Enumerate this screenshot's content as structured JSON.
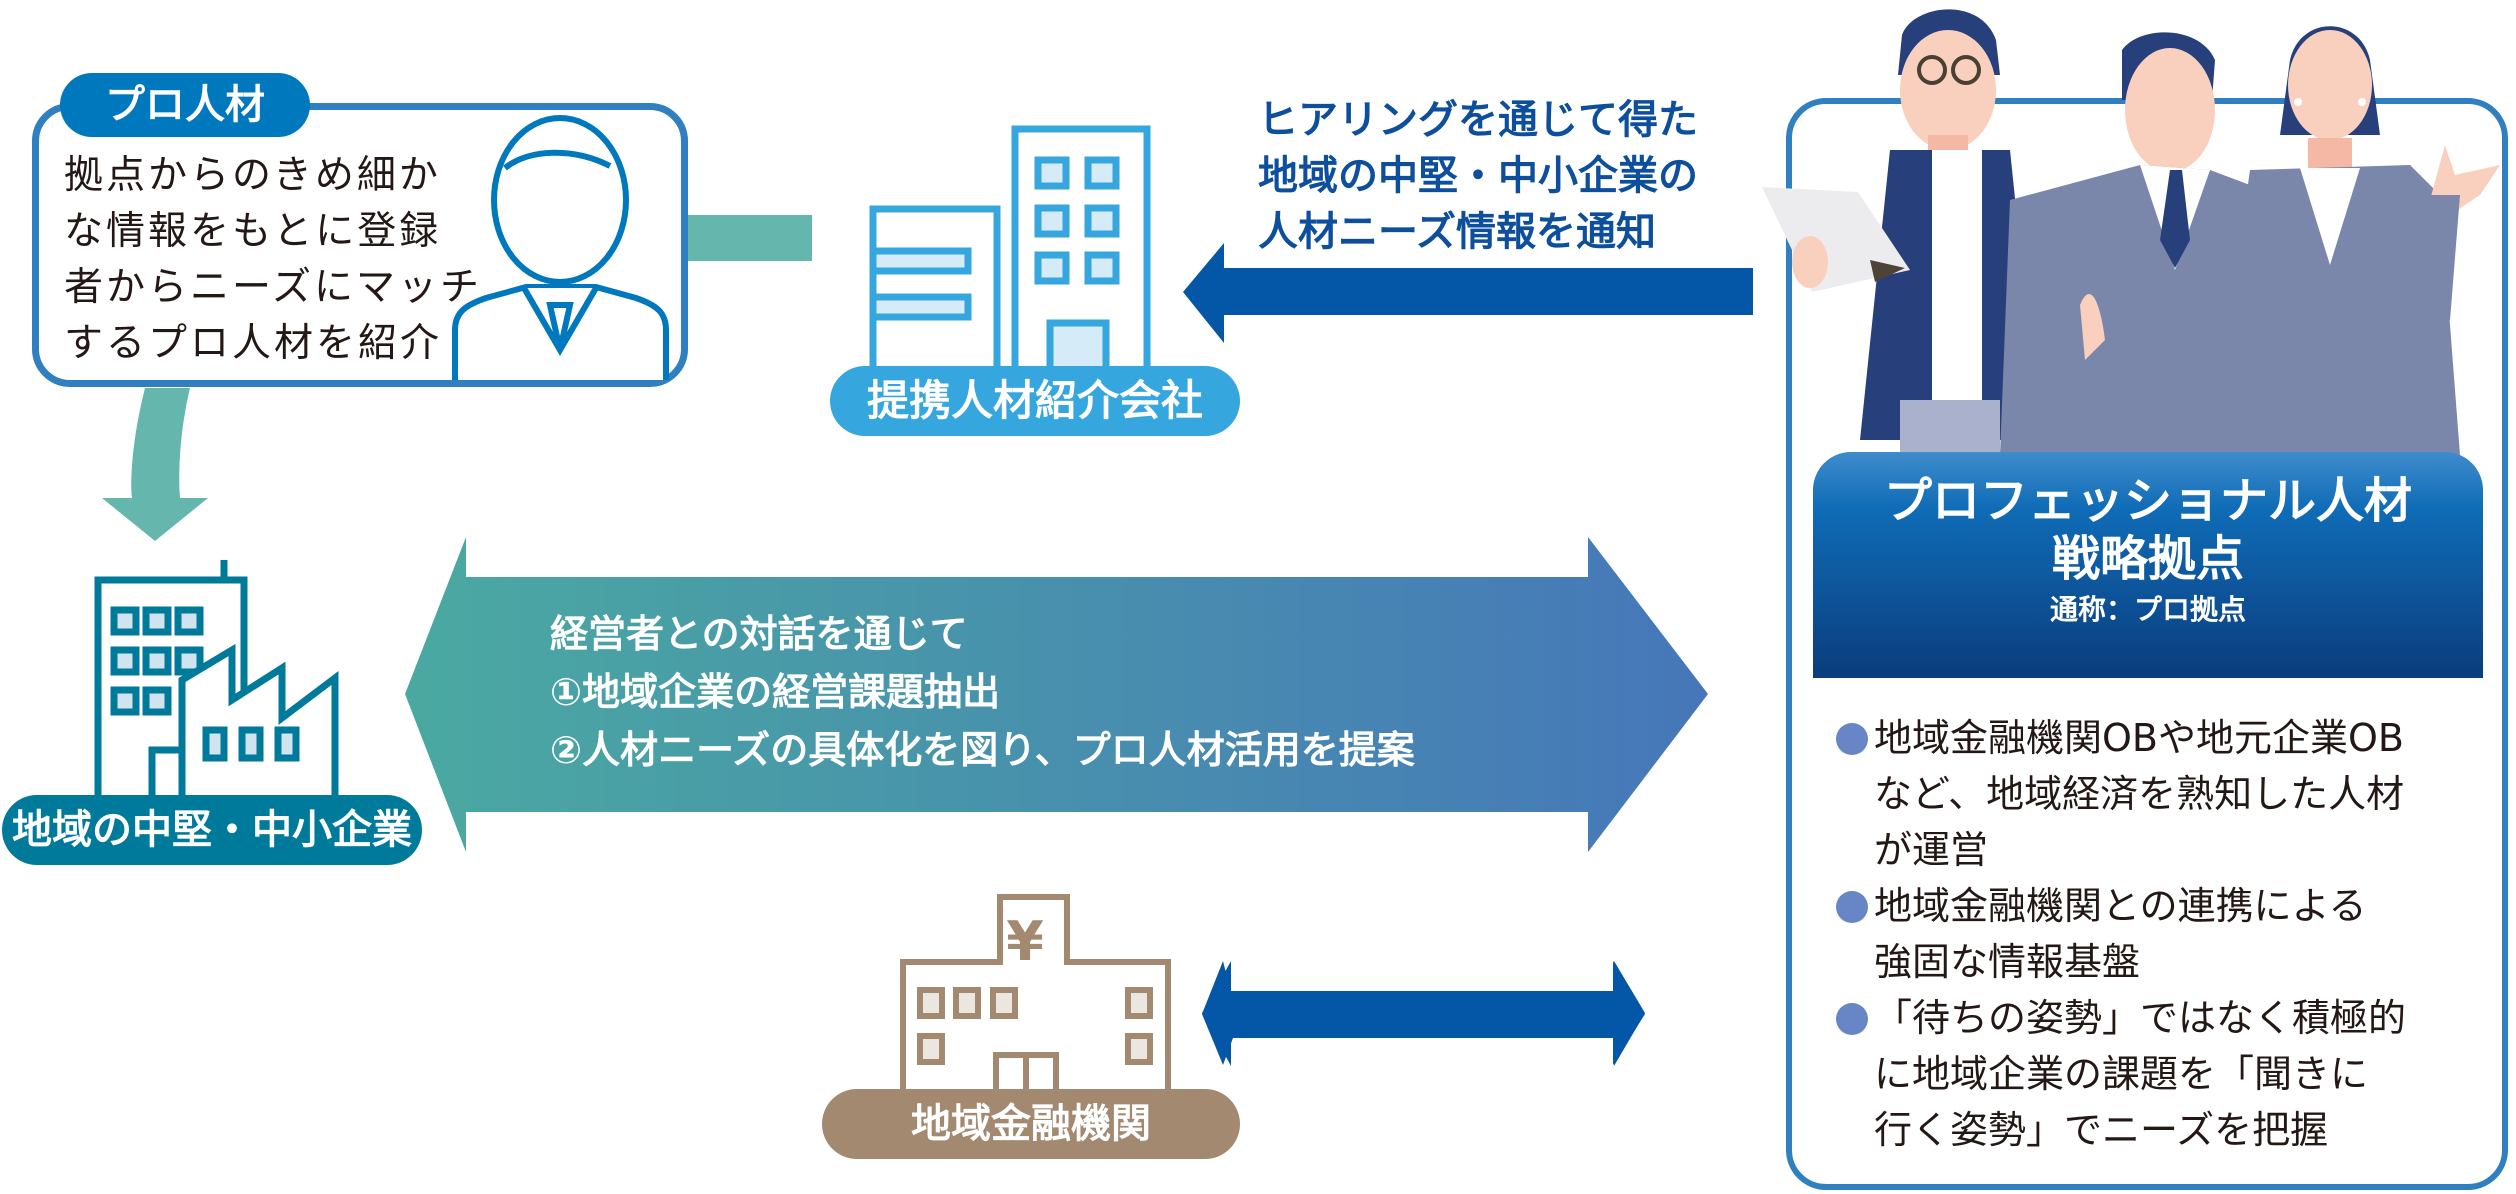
{
  "pro_talent": {
    "tag": "プロ人材",
    "description_lines": [
      "拠点からのきめ細か",
      "な情報をもとに登録",
      "者からニーズにマッチ",
      "するプロ人材を紹介"
    ]
  },
  "partner_agency": {
    "label": "提携人材紹介会社"
  },
  "hearing_notice": {
    "lines": [
      "ヒアリングを通じて得た",
      "地域の中堅・中小企業の",
      "人材ニーズ情報を通知"
    ]
  },
  "regional_sme": {
    "label": "地域の中堅・中小企業"
  },
  "dialogue_arrow": {
    "lines": [
      "経営者との対話を通じて",
      "①地域企業の経営課題抽出",
      "②人材ニーズの具体化を図り、プロ人材活用を提案"
    ]
  },
  "regional_bank": {
    "label": "地域金融機関",
    "symbol": "¥"
  },
  "hub": {
    "title_line1": "プロフェッショナル人材",
    "title_line2": "戦略拠点",
    "subtitle": "通称：プロ拠点",
    "points": [
      {
        "lines": [
          "地域金融機関OBや地元企業OB",
          "など、地域経済を熟知した人材",
          "が運営"
        ]
      },
      {
        "lines": [
          "地域金融機関との連携による",
          "強固な情報基盤"
        ]
      },
      {
        "lines": [
          "「待ちの姿勢」ではなく積極的",
          "に地域企業の課題を「聞きに",
          "行く姿勢」でニーズを把握"
        ]
      }
    ]
  },
  "colors": {
    "pro_blue": "#0078bd",
    "partner_blue": "#35a6de",
    "sme_teal": "#007a9a",
    "bank_brown": "#a2896f",
    "arrow_navy": "#0456a6",
    "connector_teal": "#65b6ad",
    "bullet": "#6886c5"
  }
}
